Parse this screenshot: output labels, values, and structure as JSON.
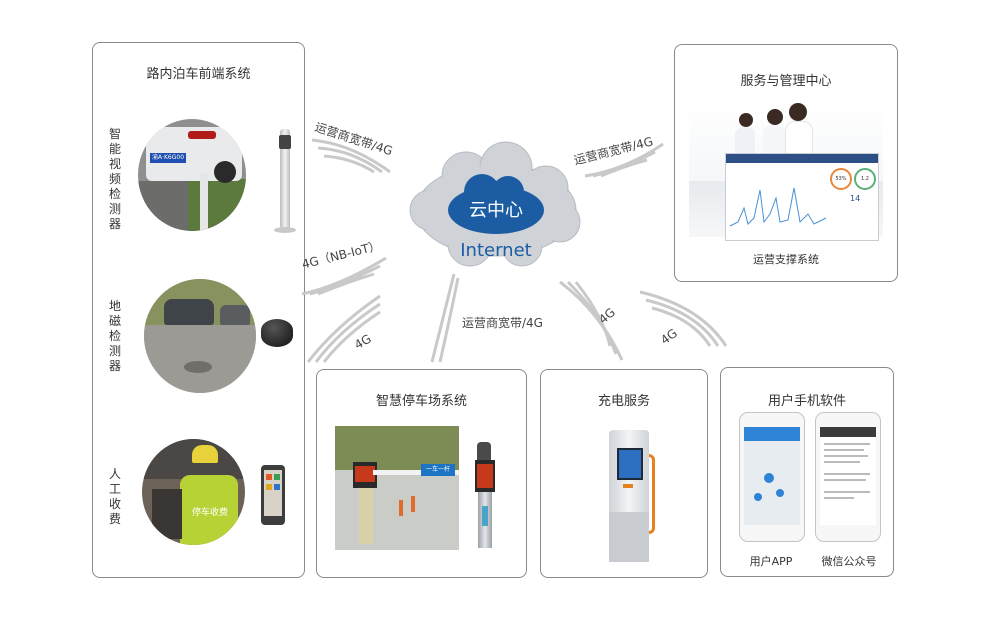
{
  "roadside": {
    "title": "路内泊车前端系统",
    "video_detector": "智能视频检测器",
    "plate": "渝A·K6G00",
    "geomagnetic": "地磁检测器",
    "manual": "人工收费",
    "vest": "停车收费"
  },
  "cloud": {
    "center": "云中心",
    "internet": "Internet"
  },
  "links": {
    "top_left": "运营商宽带/4G",
    "top_right": "运营商宽带/4G",
    "nbiot": "4G（NB-IoT）",
    "left_4g": "4G",
    "center": "运营商宽带/4G",
    "mid_4g": "4G",
    "right_4g": "4G"
  },
  "service": {
    "title": "服务与管理中心",
    "caption": "运营支撑系统",
    "kpi1": "53%",
    "kpi2": "1.2",
    "kpi3": "14"
  },
  "parking": {
    "title": "智慧停车场系统",
    "sign": "一车一杆"
  },
  "charging": {
    "title": "充电服务"
  },
  "mobile": {
    "title": "用户手机软件",
    "app": "用户APP",
    "wechat": "微信公众号"
  },
  "colors": {
    "cloud_blue": "#1b5ca3",
    "cloud_grey": "#cfd2d6",
    "wave_grey": "#c9c9c9"
  }
}
